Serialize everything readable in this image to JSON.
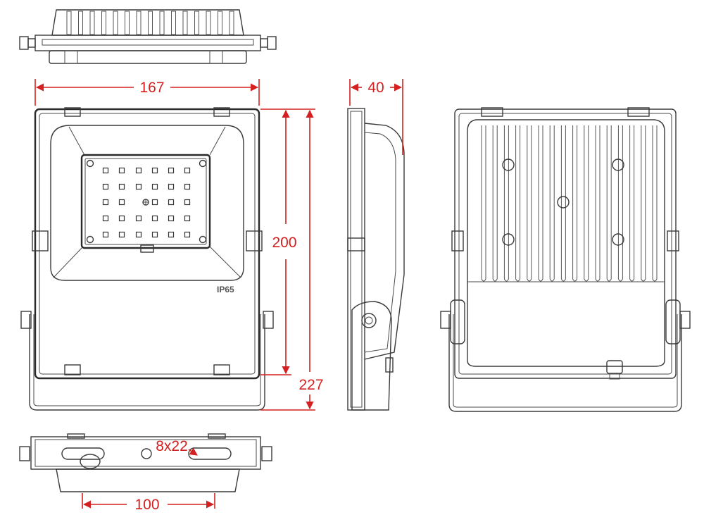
{
  "dimensions": {
    "width_front": "167",
    "height_body": "200",
    "height_total": "227",
    "depth": "40",
    "bracket_spacing": "100",
    "slot_size": "8x22"
  },
  "rating_label": "IP65",
  "colors": {
    "dimension": "#d42020",
    "outline": "#3a3a3a"
  }
}
